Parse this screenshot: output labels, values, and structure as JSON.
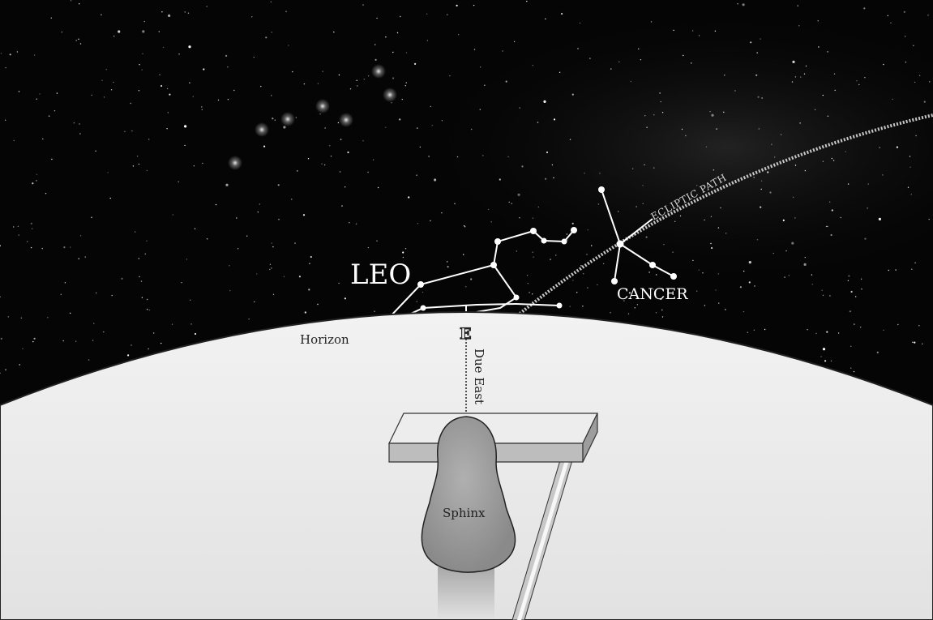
{
  "labels": {
    "leo": "LEO",
    "cancer": "CANCER",
    "ecliptic": "ECLIPTIC PATH",
    "horizon": "Horizon",
    "due_east": "Due East",
    "east_marker": "E",
    "sphinx": "Sphinx"
  },
  "colors": {
    "sky": "#050505",
    "ground": "#e9e9e9",
    "ground_edge": "#222222",
    "constellation_line": "#ffffff",
    "sphinx_fill": "#9a9a9a"
  }
}
